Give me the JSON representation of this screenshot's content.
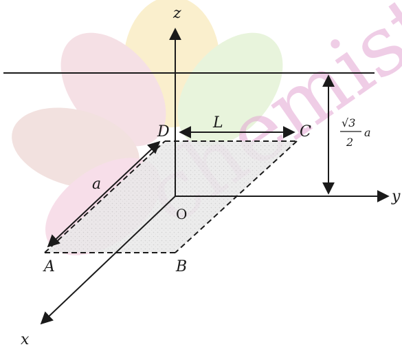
{
  "labels": {
    "z_axis": "z",
    "y_axis": "y",
    "x_axis": "x",
    "origin": "O",
    "point_a": "A",
    "point_b": "B",
    "point_c": "C",
    "point_d": "D",
    "side_a": "a",
    "length_l": "L",
    "height_num": "√3",
    "height_den": "2",
    "height_var": "a"
  },
  "watermark": {
    "text": "chemistry",
    "color": "#e3a6d3",
    "petal_colors": [
      "#f6e3a6",
      "#eec7d0",
      "#d7ecc1",
      "#e8c9c5",
      "#f2c4d8",
      "#f8d8d8"
    ]
  },
  "colors": {
    "lines": "#1a1a1a",
    "plane_fill": "#e6e6e6"
  }
}
